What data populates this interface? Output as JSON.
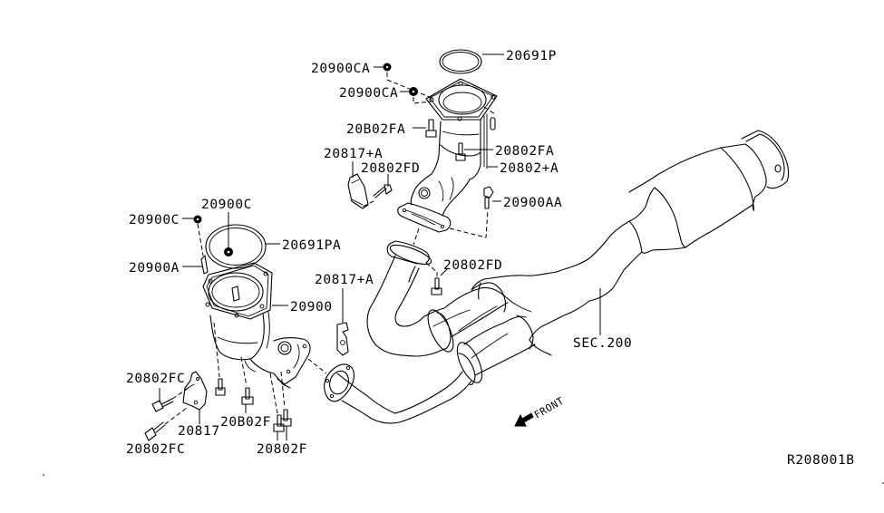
{
  "diagram": {
    "title": "Exhaust manifold / front catalytic converter and front exhaust tube parts diagram",
    "reference_code": "R208001B",
    "direction_indicator": "FRONT",
    "section_reference": "SEC.200",
    "callouts": {
      "gasket_top": "20691P",
      "nut_top_1": "20900CA",
      "nut_top_2": "20900CA",
      "bolt_top_left": "20B02FA",
      "bolt_top_center": "20802FA",
      "converter_right_bank": "20802+A",
      "bracket_upper": "20817+A",
      "bolt_bracket_upper": "20802FD",
      "stud_right_bank": "20900AA",
      "nut_left_outer": "20900C",
      "nut_left_center": "20900C",
      "gasket_left": "20691PA",
      "stud_left": "20900A",
      "converter_left_bank": "20900",
      "bracket_middle": "20817+A",
      "bolt_y_pipe": "20802FD",
      "bolt_bracket_lower_1": "20802FC",
      "bolt_bracket_lower_2": "20802FC",
      "bracket_lower": "20817",
      "bolt_lower_center": "20B02F",
      "bolt_lower_right": "20802F"
    },
    "components": [
      "front-catalytic-converter-right-bank",
      "front-catalytic-converter-left-bank",
      "front-exhaust-tube-y-pipe",
      "center-catalytic-converter",
      "gaskets",
      "brackets",
      "bolts-nuts-studs"
    ]
  }
}
